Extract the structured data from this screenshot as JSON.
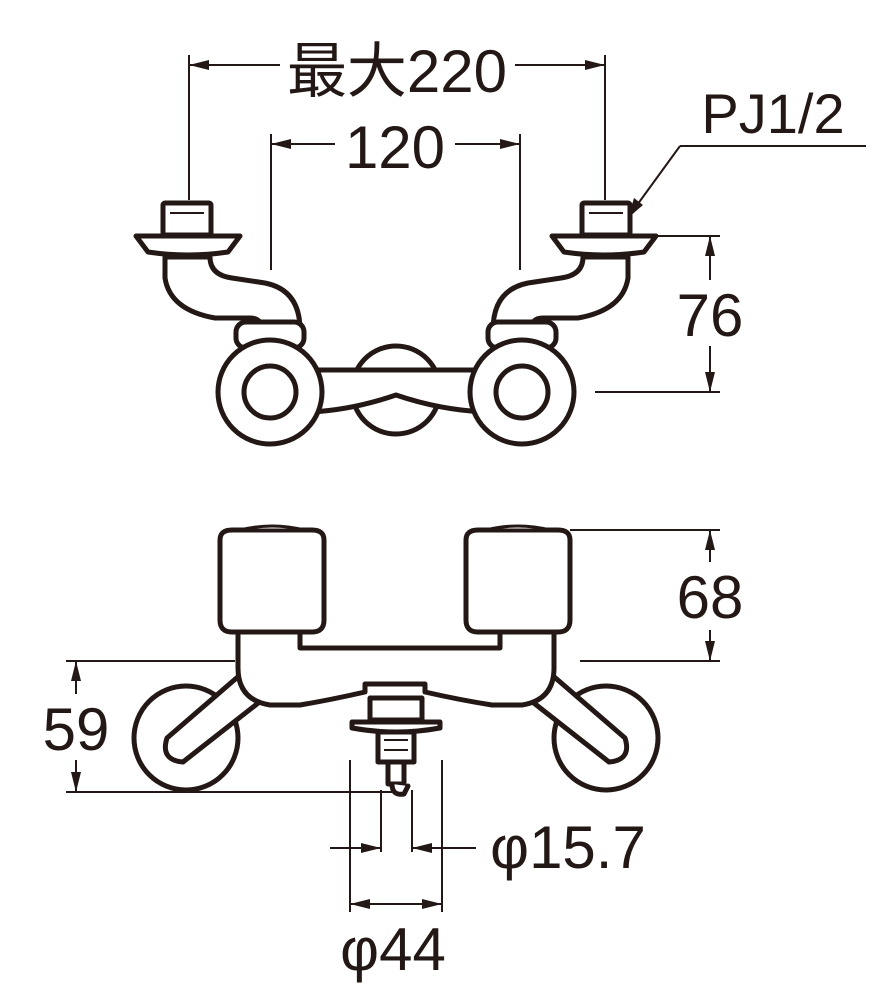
{
  "colors": {
    "ink": "#231815",
    "paper": "#ffffff"
  },
  "dimensions": {
    "max_spacing": "最大220",
    "spacing": "120",
    "thread": "PJ1/2",
    "height_top": "76",
    "height_handle": "68",
    "height_body": "59",
    "diameter_inner": "φ15.7",
    "diameter_outer": "φ44"
  }
}
